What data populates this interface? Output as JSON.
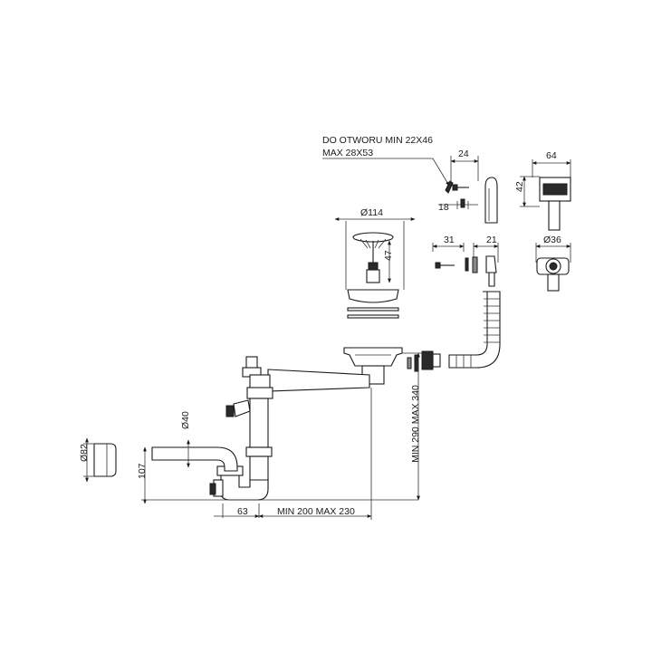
{
  "drawing": {
    "note_line1": "DO OTWORU MIN 22X46",
    "note_line2": "MAX 28X53",
    "dims": {
      "d24": "24",
      "d18": "18",
      "d64": "64",
      "d42": "42",
      "d114": "Ø114",
      "d47": "47",
      "d31": "31",
      "d21": "21",
      "d36": "Ø36",
      "d40": "Ø40",
      "d82": "Ø82",
      "d107": "107",
      "d63": "63",
      "dminmax_h": "MIN 200 MAX 230",
      "dminmax_v": "MIN 290 MAX 340"
    }
  }
}
